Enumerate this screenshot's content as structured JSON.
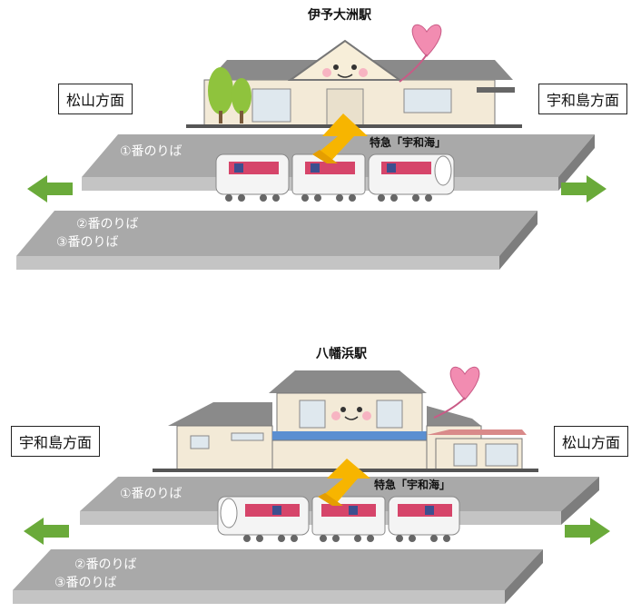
{
  "stations": [
    {
      "name": "伊予大洲駅",
      "left_direction": "松山方面",
      "right_direction": "宇和島方面",
      "platform_1": "①番のりば",
      "platform_2": "②番のりば",
      "platform_3": "③番のりば",
      "train_label": "特急「宇和海」"
    },
    {
      "name": "八幡浜駅",
      "left_direction": "宇和島方面",
      "right_direction": "松山方面",
      "platform_1": "①番のりば",
      "platform_2": "②番のりば",
      "platform_3": "③番のりば",
      "train_label": "特急「宇和海」"
    }
  ],
  "colors": {
    "platform": "#a9a9a9",
    "platform_dark": "#7d7d7d",
    "arrow_green": "#6aaa3a",
    "transfer_arrow": "#f7b500",
    "heart": "#f28cb1",
    "train_stripe": "#d6456a"
  }
}
